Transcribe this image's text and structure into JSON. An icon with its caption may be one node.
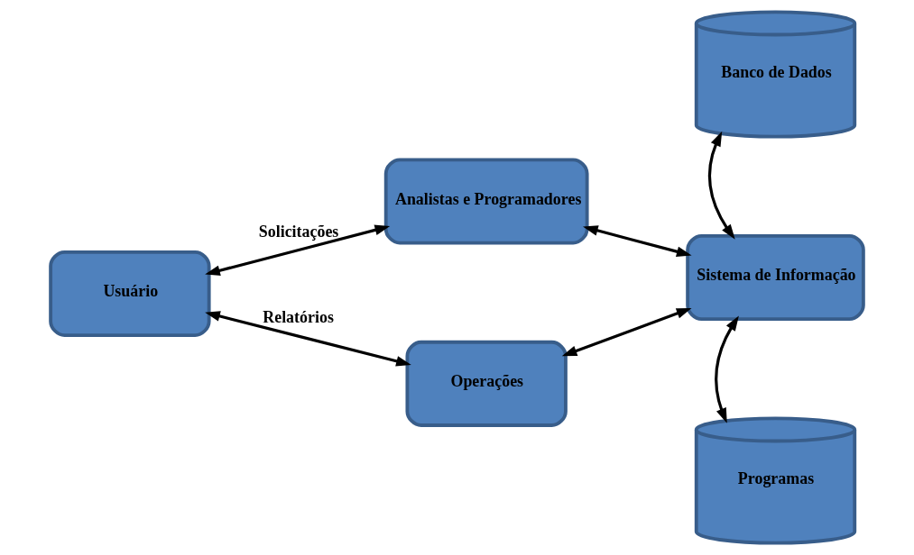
{
  "diagram": {
    "nodes": [
      {
        "text": [
          "Usuário"
        ]
      },
      {
        "text": [
          "Analistas e Programadores"
        ]
      },
      {
        "text": [
          "Sistema de Informação"
        ]
      },
      {
        "text": [
          "Banco de Dados"
        ]
      },
      {
        "text": [
          "Programas"
        ]
      },
      {
        "text": [
          "Operações"
        ]
      }
    ],
    "edges": [
      {
        "from": 0,
        "to": 1,
        "arrow": "both",
        "label": "Solicitações"
      },
      {
        "from": 1,
        "to": 2,
        "arrow": "both"
      },
      {
        "from": 3,
        "to": 2,
        "arrow": "both"
      },
      {
        "from": 2,
        "to": 4,
        "arrow": "both"
      },
      {
        "from": 0,
        "to": 5,
        "arrow": "both",
        "label": "Relatórios"
      },
      {
        "from": 5,
        "to": 2,
        "arrow": "both"
      }
    ]
  }
}
